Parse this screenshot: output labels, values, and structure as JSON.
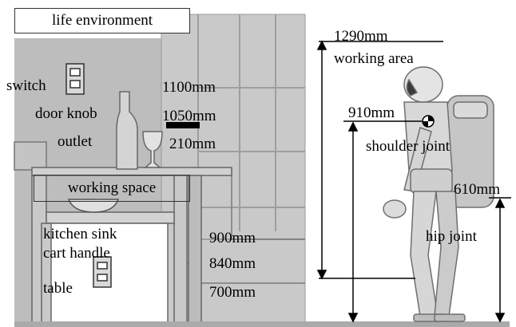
{
  "title_box": "life environment",
  "working_space_box": "working space",
  "objects": {
    "switch": "switch",
    "door_knob": "door knob",
    "outlet": "outlet",
    "kitchen_sink": "kitchen sink",
    "cart_handle": "cart handle",
    "table": "table"
  },
  "heights": {
    "h1100": "1100mm",
    "h1050": "1050mm",
    "h210": "210mm",
    "h900": "900mm",
    "h840": "840mm",
    "h700": "700mm"
  },
  "robot": {
    "working_area_value": "1290mm",
    "working_area_label": "working area",
    "shoulder_value": "910mm",
    "shoulder_label": "shoulder joint",
    "hip_value": "610mm",
    "hip_label": "hip joint"
  },
  "colors": {
    "wall": "#bdbdbd",
    "furniture": "#c4c4c4",
    "robot_body": "#d8d8d8",
    "marker": "#000000"
  }
}
